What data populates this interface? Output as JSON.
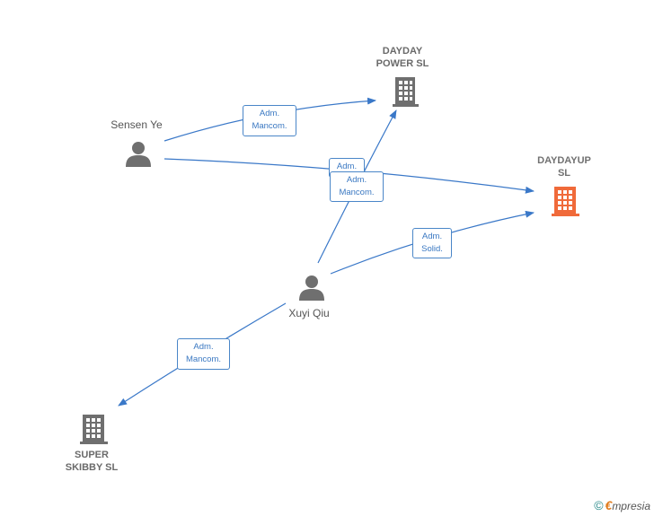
{
  "nodes": {
    "dayday_power": {
      "label": "DAYDAY\nPOWER  SL",
      "icon": "building-icon",
      "color": "#6f6f6f"
    },
    "daydayup": {
      "label": "DAYDAYUP\nSL",
      "icon": "building-icon",
      "color": "#f06a3a"
    },
    "super_skibby": {
      "label": "SUPER\nSKIBBY  SL",
      "icon": "building-icon",
      "color": "#6f6f6f"
    },
    "sensen_ye": {
      "label": "Sensen Ye",
      "icon": "person-icon",
      "color": "#6f6f6f"
    },
    "xuyi_qiu": {
      "label": "Xuyi Qiu",
      "icon": "person-icon",
      "color": "#6f6f6f"
    }
  },
  "edges": [
    {
      "from": "sensen_ye",
      "to": "dayday_power",
      "role_line1": "Adm.",
      "role_line2": "Mancom."
    },
    {
      "from": "sensen_ye",
      "to": "daydayup",
      "role_line1": "Adm.",
      "role_line2": ""
    },
    {
      "from": "xuyi_qiu",
      "to": "dayday_power",
      "role_line1": "Adm.",
      "role_line2": "Mancom."
    },
    {
      "from": "xuyi_qiu",
      "to": "daydayup",
      "role_line1": "Adm.",
      "role_line2": "Solid."
    },
    {
      "from": "xuyi_qiu",
      "to": "super_skibby",
      "role_line1": "Adm.",
      "role_line2": "Mancom."
    }
  ],
  "brand": {
    "copyright": "©",
    "e": "€",
    "name": "mpresia"
  },
  "edge_color": "#3a78c8"
}
